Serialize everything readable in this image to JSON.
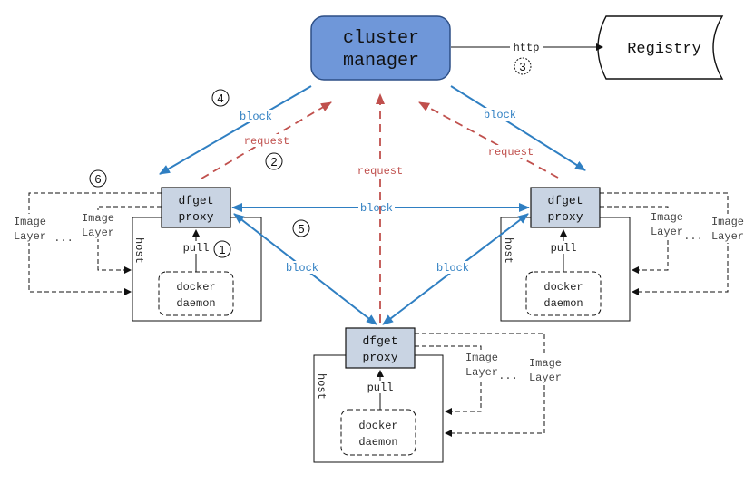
{
  "manager": {
    "title_line1": "cluster",
    "title_line2": "manager"
  },
  "registry": {
    "label": "Registry"
  },
  "edges": {
    "http": "http",
    "block": "block",
    "request": "request",
    "pull": "pull"
  },
  "proxy": {
    "line1": "dfget",
    "line2": "proxy"
  },
  "host": {
    "label": "host"
  },
  "daemon": {
    "line1": "docker",
    "line2": "daemon"
  },
  "image_layer": {
    "line1": "Image",
    "line2": "Layer",
    "ellipsis": "..."
  },
  "steps": {
    "s1": "1",
    "s2": "2",
    "s3": "3",
    "s4": "4",
    "s5": "5",
    "s6": "6"
  },
  "colors": {
    "manager_fill": "#6f97d9",
    "proxy_fill": "#c9d4e3",
    "block_arrow": "#2f7fc2",
    "request_arrow": "#c0504d"
  }
}
